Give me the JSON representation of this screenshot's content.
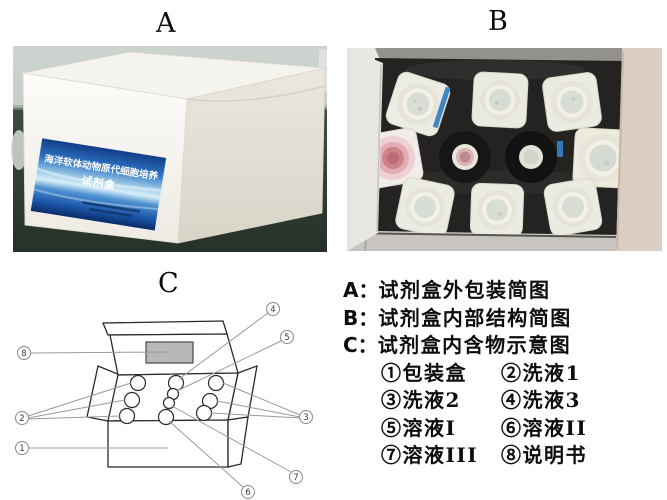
{
  "panel_a": {
    "title": "A",
    "box_label_line1": "海洋软体动物原代细胞培养",
    "box_label_line2": "试剂盒"
  },
  "panel_b": {
    "title": "B"
  },
  "panel_c": {
    "title": "C",
    "callouts": [
      "1",
      "2",
      "3",
      "4",
      "5",
      "6",
      "7",
      "8"
    ]
  },
  "legend": {
    "rows": [
      {
        "key": "A：",
        "text": "试剂盒外包装简图"
      },
      {
        "key": "B：",
        "text": "试剂盒内部结构简图"
      },
      {
        "key": "C：",
        "text": "试剂盒内含物示意图"
      }
    ],
    "items": [
      [
        "①包装盒",
        "②洗液1"
      ],
      [
        "③洗液2",
        "④洗液3"
      ],
      [
        "⑤溶液I",
        "⑥溶液II"
      ],
      [
        "⑦溶液III",
        "⑧说明书"
      ]
    ]
  },
  "colors": {
    "label_blue": "#2f74c4",
    "foam_black": "#242322",
    "cardboard_beige": "#d9cec0",
    "table_green": "#2e3a33",
    "pink_cap": "#cb8289",
    "diagram_line": "#9a9a9a"
  }
}
